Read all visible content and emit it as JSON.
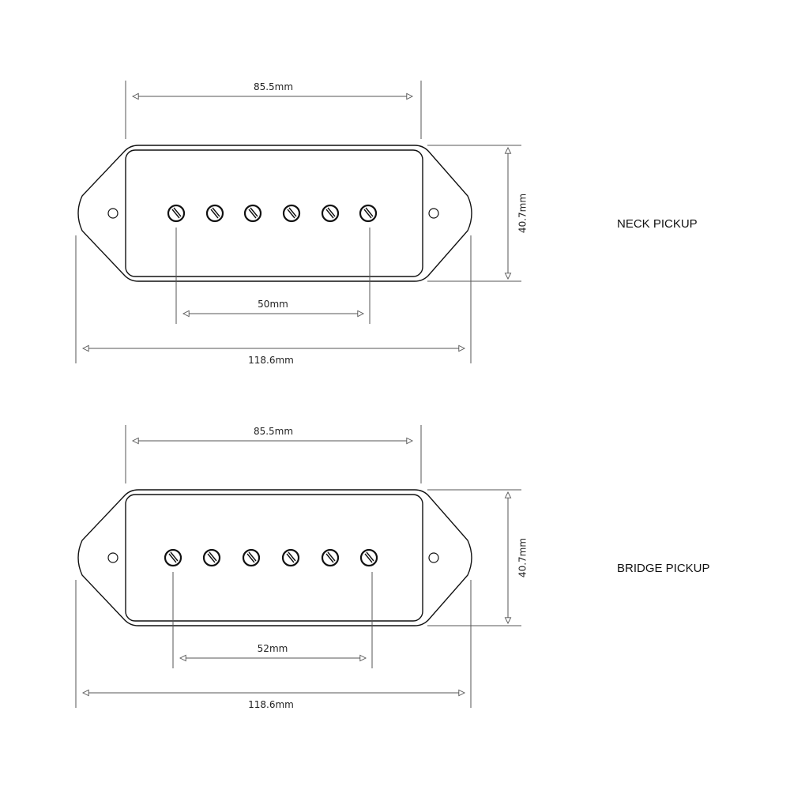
{
  "pickups": [
    {
      "label": "NECK PICKUP",
      "cover_width": "85.5mm",
      "height": "40.7mm",
      "pole_spacing": "50mm",
      "overall_length": "118.6mm",
      "pole_count": 6
    },
    {
      "label": "BRIDGE PICKUP",
      "cover_width": "85.5mm",
      "height": "40.7mm",
      "pole_spacing": "52mm",
      "overall_length": "118.6mm",
      "pole_count": 6
    }
  ],
  "colors": {
    "outline": "#111111",
    "dimension": "#555555"
  }
}
